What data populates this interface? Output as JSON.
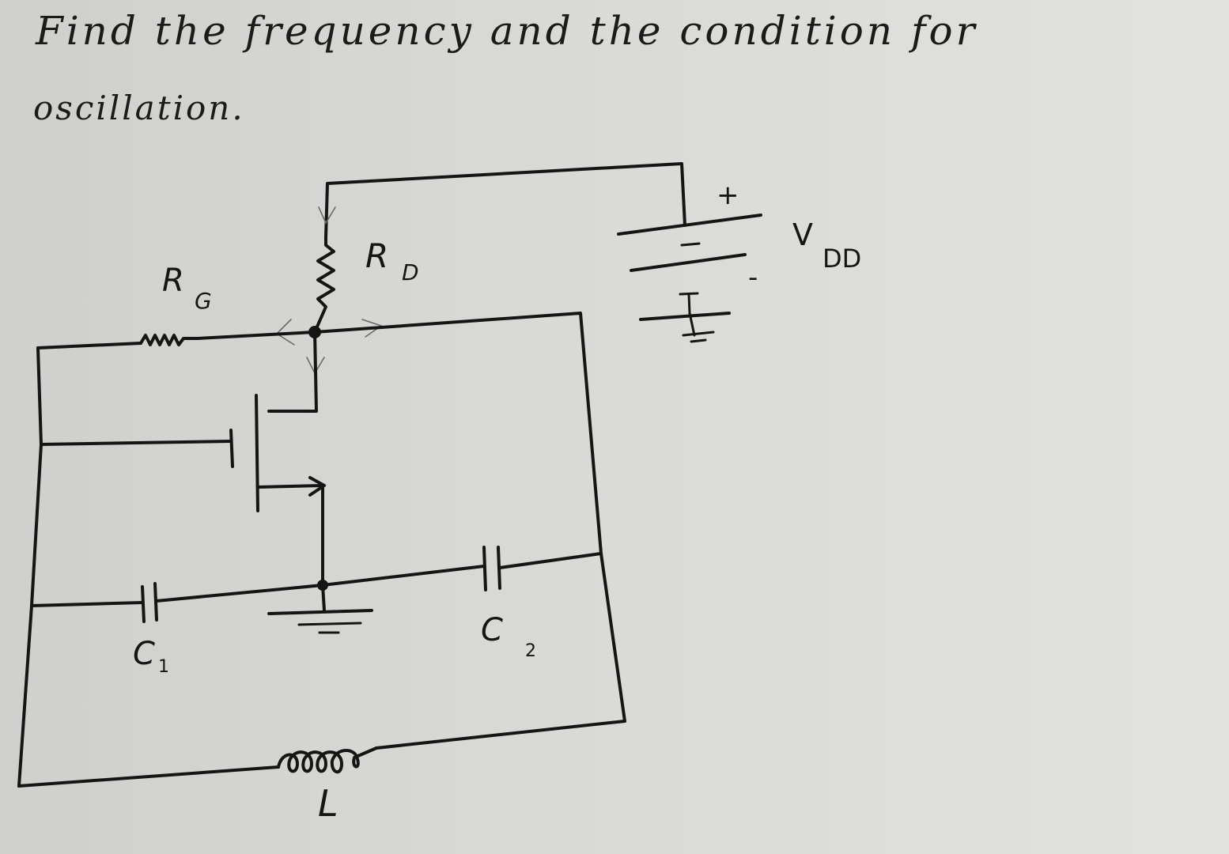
{
  "problem": {
    "line1": "Find the frequency and the condition for",
    "line2": "oscillation."
  },
  "labels": {
    "RD_main": "R",
    "RD_sub": "D",
    "RG_main": "R",
    "RG_sub": "G",
    "C1_main": "C",
    "C1_sub": "1",
    "C2_main": "C",
    "C2_sub": "2",
    "L": "L",
    "VDD_main": "V",
    "VDD_sub": "DD",
    "plus": "+",
    "minus": "-"
  },
  "colors": {
    "ink": "#151515",
    "paper": "#d8d8d6"
  }
}
